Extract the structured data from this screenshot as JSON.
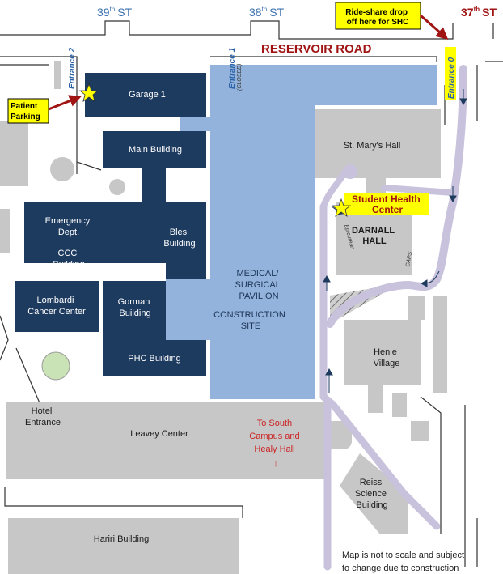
{
  "streets": {
    "st39": {
      "base": "39",
      "sup": "th",
      "suffix": "ST"
    },
    "st38": {
      "base": "38",
      "sup": "th",
      "suffix": "ST"
    },
    "st37": {
      "base": "37",
      "sup": "th",
      "suffix": "ST"
    },
    "reservoir": "RESERVOIR ROAD"
  },
  "entrances": {
    "e2": "Entrance 2",
    "e1": "Entrance 1",
    "e1_note": "(CLOSED)",
    "e0": "Entrance 0"
  },
  "callouts": {
    "rideshare": [
      "Ride-share drop",
      "off here for SHC"
    ],
    "patient_parking": [
      "Patient",
      "Parking"
    ],
    "shc": [
      "Student Health",
      "Center"
    ]
  },
  "buildings": {
    "garage1": [
      "Garage 1"
    ],
    "main": [
      "Main Building"
    ],
    "emergency": [
      "Emergency",
      "Dept."
    ],
    "ccc": [
      "CCC",
      "Building"
    ],
    "bles": [
      "Bles",
      "Building"
    ],
    "lombardi": [
      "Lombardi",
      "Cancer Center"
    ],
    "gorman": [
      "Gorman",
      "Building"
    ],
    "phc": [
      "PHC Building"
    ],
    "pavilion": [
      "MEDICAL/",
      "SURGICAL",
      "PAVILION"
    ],
    "construction": [
      "CONSTRUCTION",
      "SITE"
    ],
    "st_marys": [
      "St. Mary's Hall"
    ],
    "darnall": [
      "DARNALL",
      "HALL"
    ],
    "epicurean": [
      "Epicurean"
    ],
    "caps": [
      "CAPS"
    ],
    "henle": [
      "Henle",
      "Village"
    ],
    "hotel": [
      "Hotel",
      "Entrance"
    ],
    "leavey": [
      "Leavey Center"
    ],
    "reiss": [
      "Reiss",
      "Science",
      "Building"
    ],
    "hariri": [
      "Hariri Building"
    ]
  },
  "south_campus": {
    "lines": [
      "To South",
      "Campus and",
      "Healy Hall"
    ],
    "arrow": "↓"
  },
  "note": [
    "Map is not to scale and subject",
    "to change due to construction"
  ],
  "colors": {
    "navy_building": "#1d3a5f",
    "pavilion": "#93b3dc",
    "gray_building": "#c7c7c7",
    "path": "#c8c2dc",
    "callout_fill": "#ffff00",
    "callout_arrow": "#a01414",
    "road_label": "#a01414",
    "street_label": "#3a6fb0",
    "south_campus_text": "#cc2222"
  }
}
